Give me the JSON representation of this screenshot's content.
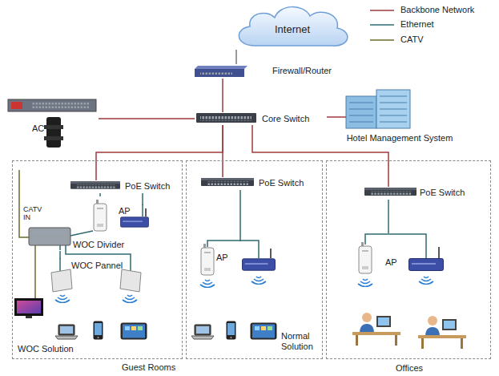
{
  "diagram": {
    "nodes": [
      {
        "text": [
          "Internet"
        ]
      },
      {
        "text": [
          "Firewall/Router"
        ]
      },
      {
        "text": [
          "AC"
        ]
      },
      {
        "text": [
          "Core Switch"
        ]
      },
      {
        "text": [
          "Hotel Management System"
        ]
      },
      {
        "text": [
          "WOC Solution"
        ]
      },
      {
        "text": [
          "PoE Switch"
        ],
        "in": 5
      },
      {
        "text": [
          "AP"
        ],
        "in": 5
      },
      {
        "text": [
          "WOC Divider"
        ],
        "in": 5
      },
      {
        "text": [
          "WOC Pannel"
        ],
        "in": 5
      },
      {
        "text": [
          "Normal Solution"
        ]
      },
      {
        "text": [
          "PoE Switch"
        ],
        "in": 10
      },
      {
        "text": [
          "AP"
        ],
        "in": 10
      },
      {
        "text": [
          "Offices"
        ]
      },
      {
        "text": [
          "PoE Switch"
        ],
        "in": 13
      },
      {
        "text": [
          "AP"
        ],
        "in": 13
      }
    ],
    "edges": [
      {
        "from": 0,
        "to": 1,
        "arrow": "none"
      },
      {
        "from": 1,
        "to": 3,
        "arrow": "none"
      },
      {
        "from": 3,
        "to": 2,
        "arrow": "none"
      },
      {
        "from": 3,
        "to": 4,
        "arrow": "none"
      },
      {
        "from": 3,
        "to": 6,
        "arrow": "none"
      },
      {
        "from": 3,
        "to": 11,
        "arrow": "none"
      },
      {
        "from": 3,
        "to": 14,
        "arrow": "none"
      },
      {
        "from": 6,
        "to": 8,
        "arrow": "none"
      },
      {
        "from": 6,
        "to": 7,
        "arrow": "none"
      },
      {
        "from": 8,
        "to": 9,
        "arrow": "none"
      },
      {
        "from": 11,
        "to": 12,
        "arrow": "none"
      },
      {
        "from": 14,
        "to": 15,
        "arrow": "none"
      }
    ],
    "labels": [
      "CATV IN",
      "Guest Rooms"
    ],
    "legend": [
      {
        "text": "Backbone Network"
      },
      {
        "text": "Ethernet"
      },
      {
        "text": "CATV"
      }
    ]
  }
}
